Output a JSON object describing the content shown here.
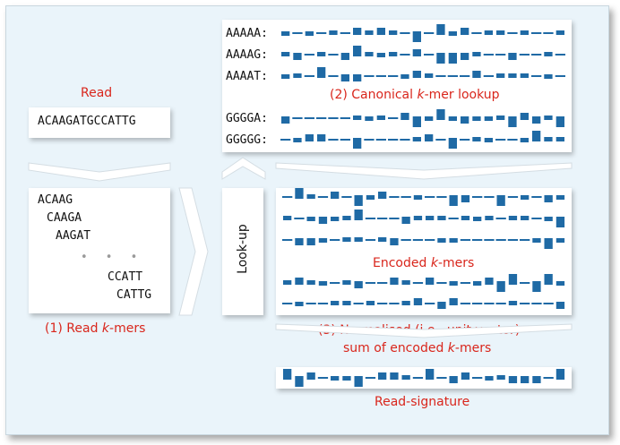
{
  "read": {
    "title": "Read",
    "sequence": "ACAAGATGCCATTG"
  },
  "read_kmers": {
    "items": [
      "ACAAG",
      "CAAGA",
      "AAGAT",
      "CCATT",
      "CATTG"
    ],
    "ellipsis": "• • •",
    "caption_pre": "(1) Read ",
    "caption_k": "k",
    "caption_post": "-mers"
  },
  "lookup": {
    "label": "Look-up"
  },
  "canonical": {
    "rows": [
      "AAAAA:",
      "AAAAG:",
      "AAAAT:",
      "GGGGA:",
      "GGGGG:"
    ],
    "caption_pre": "(2) Canonical ",
    "caption_k": "k",
    "caption_post": "-mer lookup"
  },
  "encoded": {
    "caption_pre": "Encoded ",
    "caption_k": "k",
    "caption_post": "-mers"
  },
  "normalised": {
    "line1": "(3) Normalised (i.e., unit vector)",
    "line2_pre": "sum of encoded ",
    "line2_k": "k",
    "line2_post": "-mers"
  },
  "signature": {
    "caption": "Read-signature"
  },
  "colors": {
    "bar": "#1f6aa5",
    "caption": "#d9261c"
  }
}
